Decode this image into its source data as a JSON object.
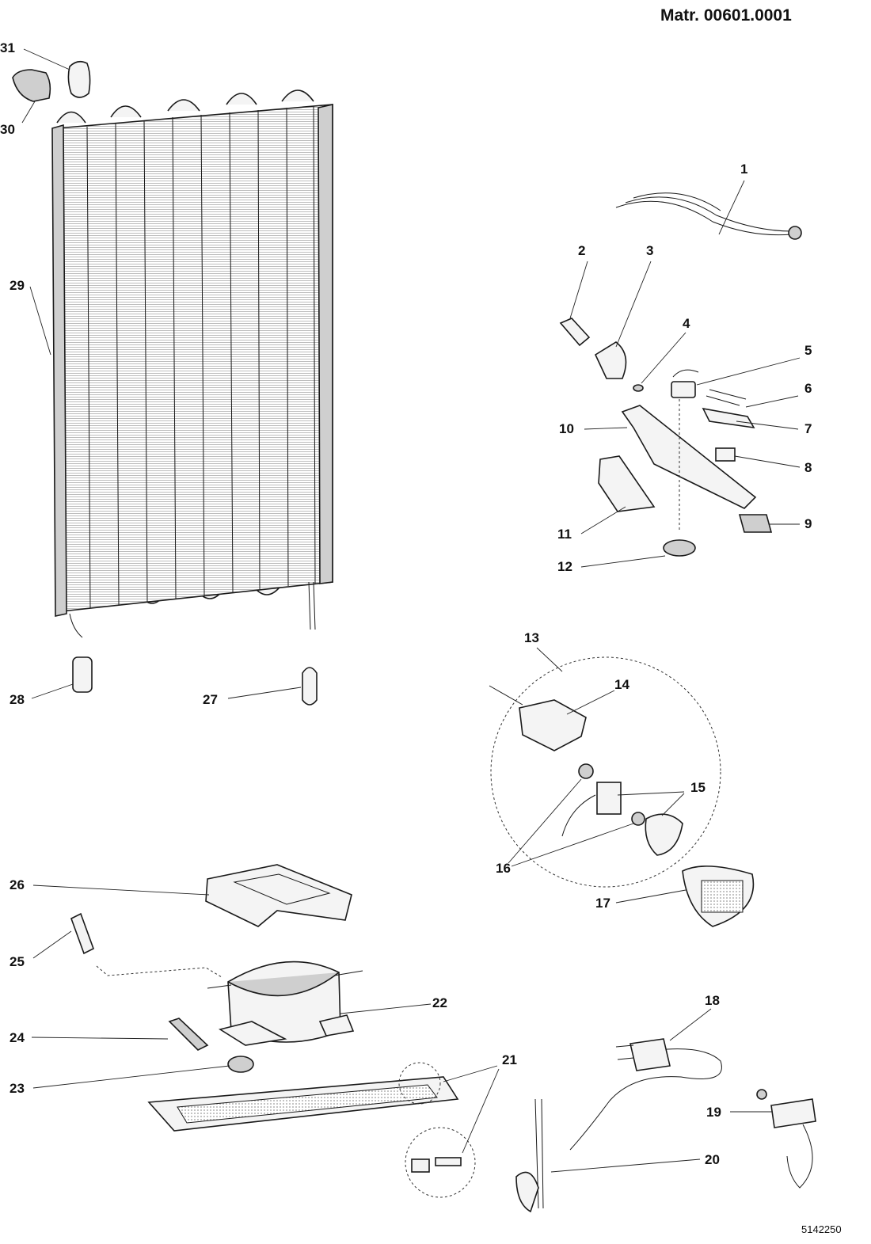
{
  "header": {
    "material_number": "Matr. 00601.0001"
  },
  "footer": {
    "drawing_number": "5142250"
  },
  "callouts": [
    "1",
    "2",
    "3",
    "4",
    "5",
    "6",
    "7",
    "8",
    "9",
    "10",
    "11",
    "12",
    "13",
    "14",
    "15",
    "16",
    "17",
    "18",
    "19",
    "20",
    "21",
    "22",
    "23",
    "24",
    "25",
    "26",
    "27",
    "28",
    "29",
    "30",
    "31"
  ]
}
